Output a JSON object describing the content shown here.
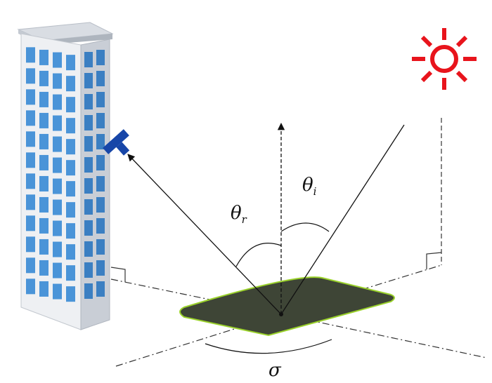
{
  "labels": {
    "theta_r": "θ",
    "theta_r_sub": "r",
    "theta_i": "θ",
    "theta_i_sub": "i",
    "sigma": "σ"
  },
  "colors": {
    "sun": "#e8141c",
    "sensor": "#1746a8",
    "plate_fill": "#3e4536",
    "plate_edge": "#9ad12b",
    "window": "#4a94d8",
    "building_front": "#eef0f3",
    "building_side": "#c9ced6"
  },
  "icons": {
    "sun": "sun-icon",
    "sensor": "sensor-icon",
    "building": "building-icon"
  }
}
